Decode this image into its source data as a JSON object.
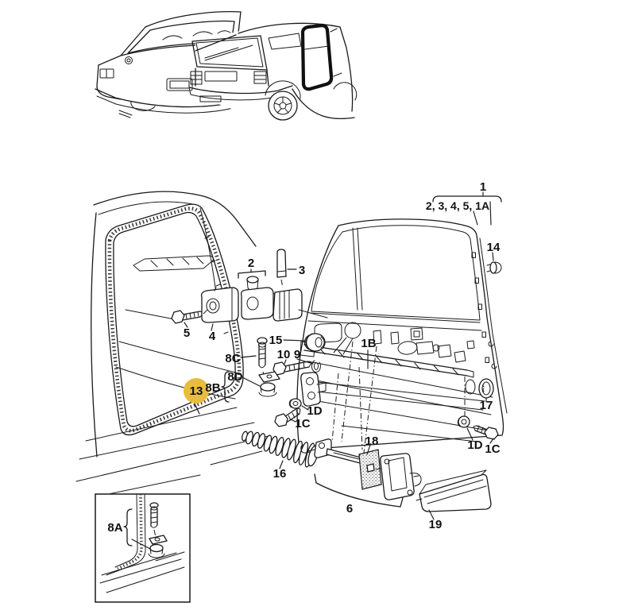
{
  "palette": {
    "background": "#ffffff",
    "line": "#1a1a1a",
    "highlight": "#e8bc3e",
    "highlight_text": "#111111"
  },
  "diagram": {
    "part_labels": {
      "p1": "1",
      "group1": "2, 3, 4, 5, 1A",
      "p14": "14",
      "p2": "2",
      "p3": "3",
      "p5": "5",
      "p4": "4",
      "p15": "15",
      "p10": "10",
      "p9": "9",
      "p1B": "1B",
      "p8C": "8C",
      "p8D": "8D",
      "p8B": "8B",
      "p13": "13",
      "p1Da": "1D",
      "p1Ca": "1C",
      "p16": "16",
      "p18": "18",
      "p6": "6",
      "p19": "19",
      "p17": "17",
      "p1Db": "1D",
      "p1Cb": "1C",
      "p8A": "8A"
    }
  }
}
